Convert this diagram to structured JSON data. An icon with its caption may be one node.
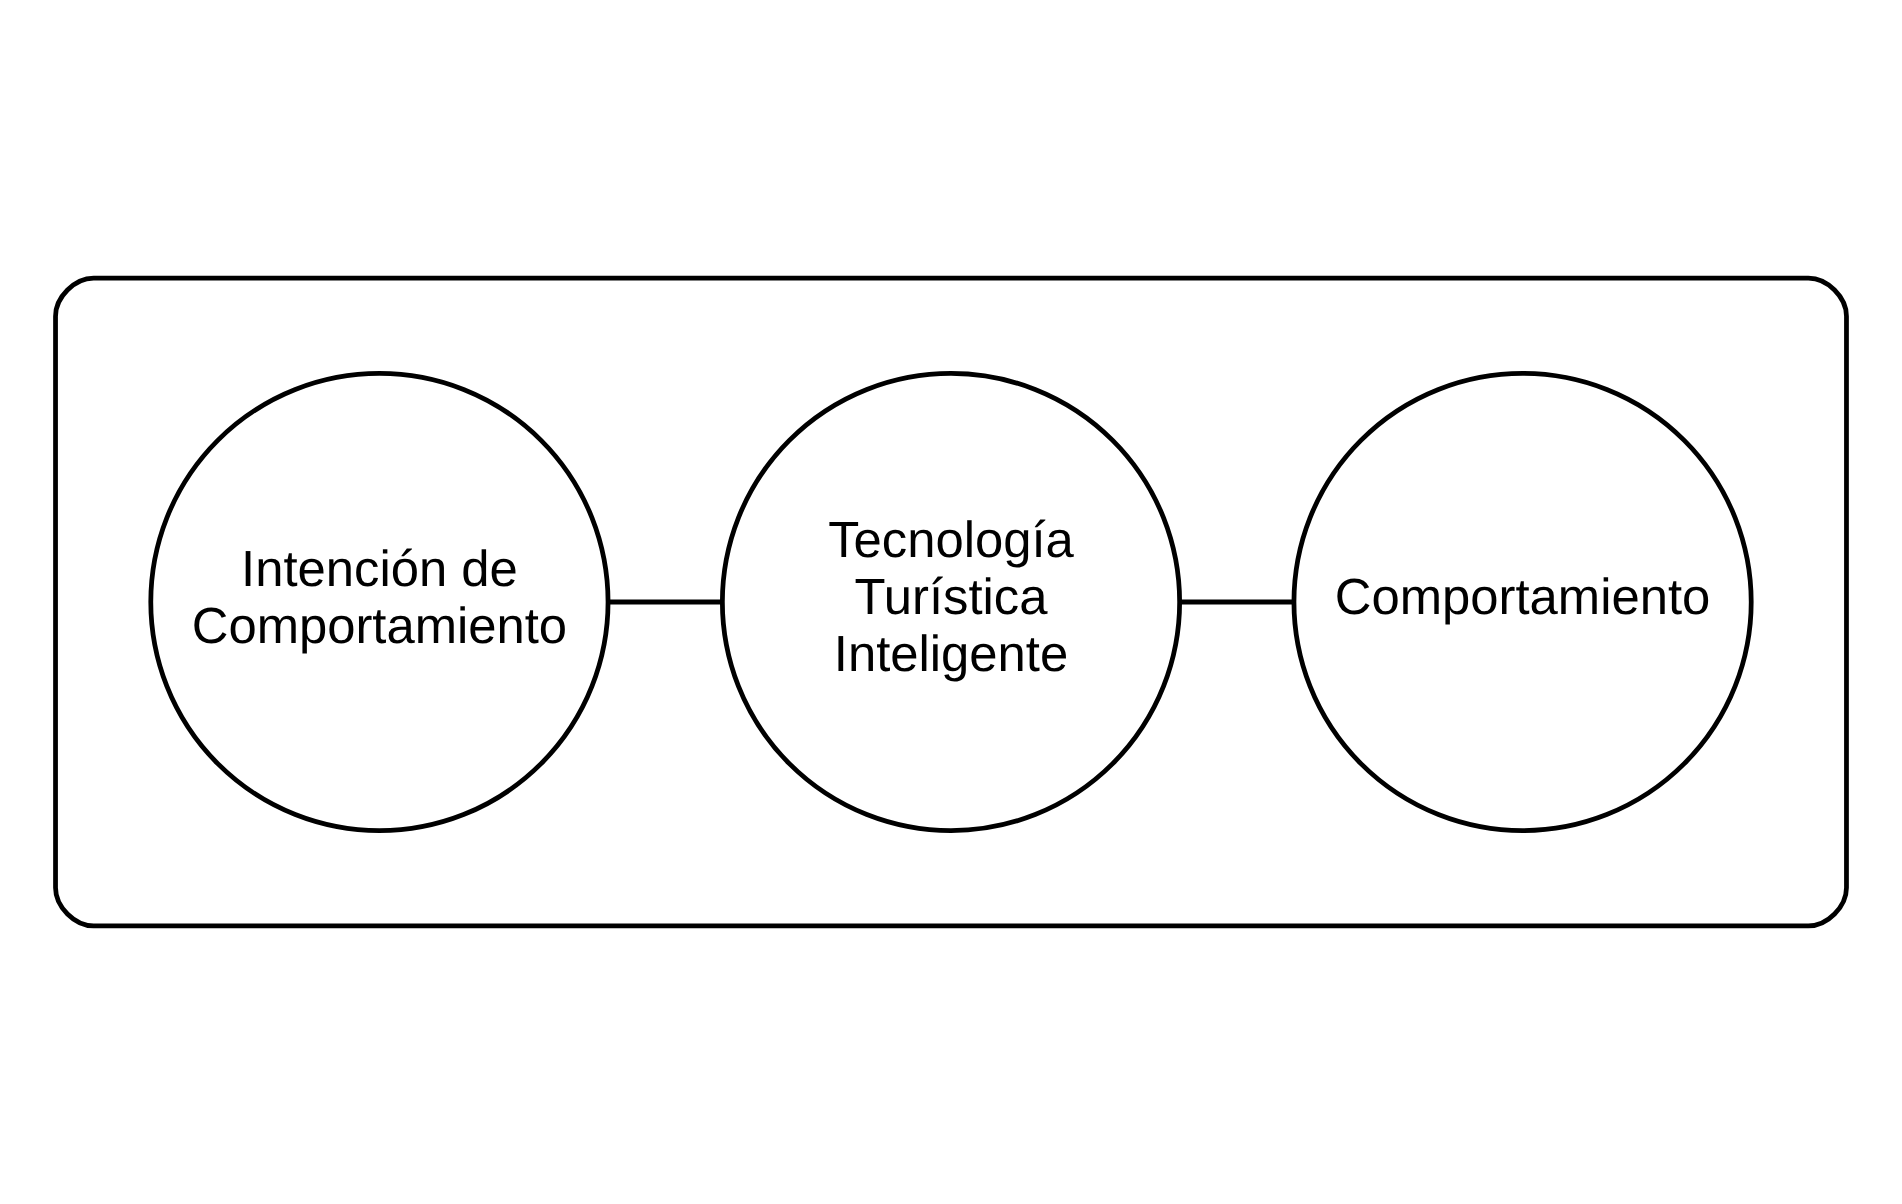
{
  "diagram": {
    "nodes": [
      {
        "text": [],
        "shape": "box"
      },
      {
        "text": [
          "Intención de Comportamiento"
        ],
        "in": 0
      },
      {
        "text": [
          "Tecnología Turística Inteligente"
        ],
        "in": 0
      },
      {
        "text": [
          "Comportamiento"
        ],
        "in": 0
      }
    ],
    "edges": [
      {
        "from": 1,
        "to": 2,
        "arrow": "none"
      },
      {
        "from": 2,
        "to": 3,
        "arrow": "none"
      }
    ]
  }
}
